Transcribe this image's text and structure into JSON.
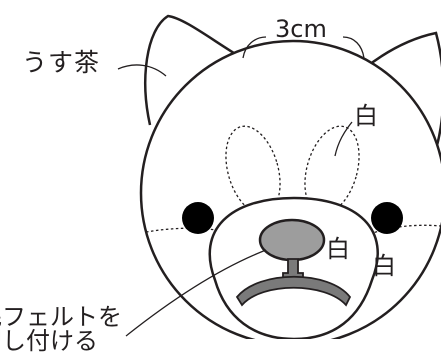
{
  "labels": {
    "color_light_brown": "うす茶",
    "ear_gap_size": "3cm",
    "white_eye_patch": "白",
    "white_muzzle": "白",
    "white_cheek": "白",
    "felt_instruction": "毛フェルトを",
    "felt_instruction_line2": "刺し付ける"
  },
  "colors": {
    "outline": "#231f20",
    "nose": "#9d9d9d",
    "mouth": "#7a7a7a",
    "eyes": "#000000",
    "background": "#ffffff"
  }
}
